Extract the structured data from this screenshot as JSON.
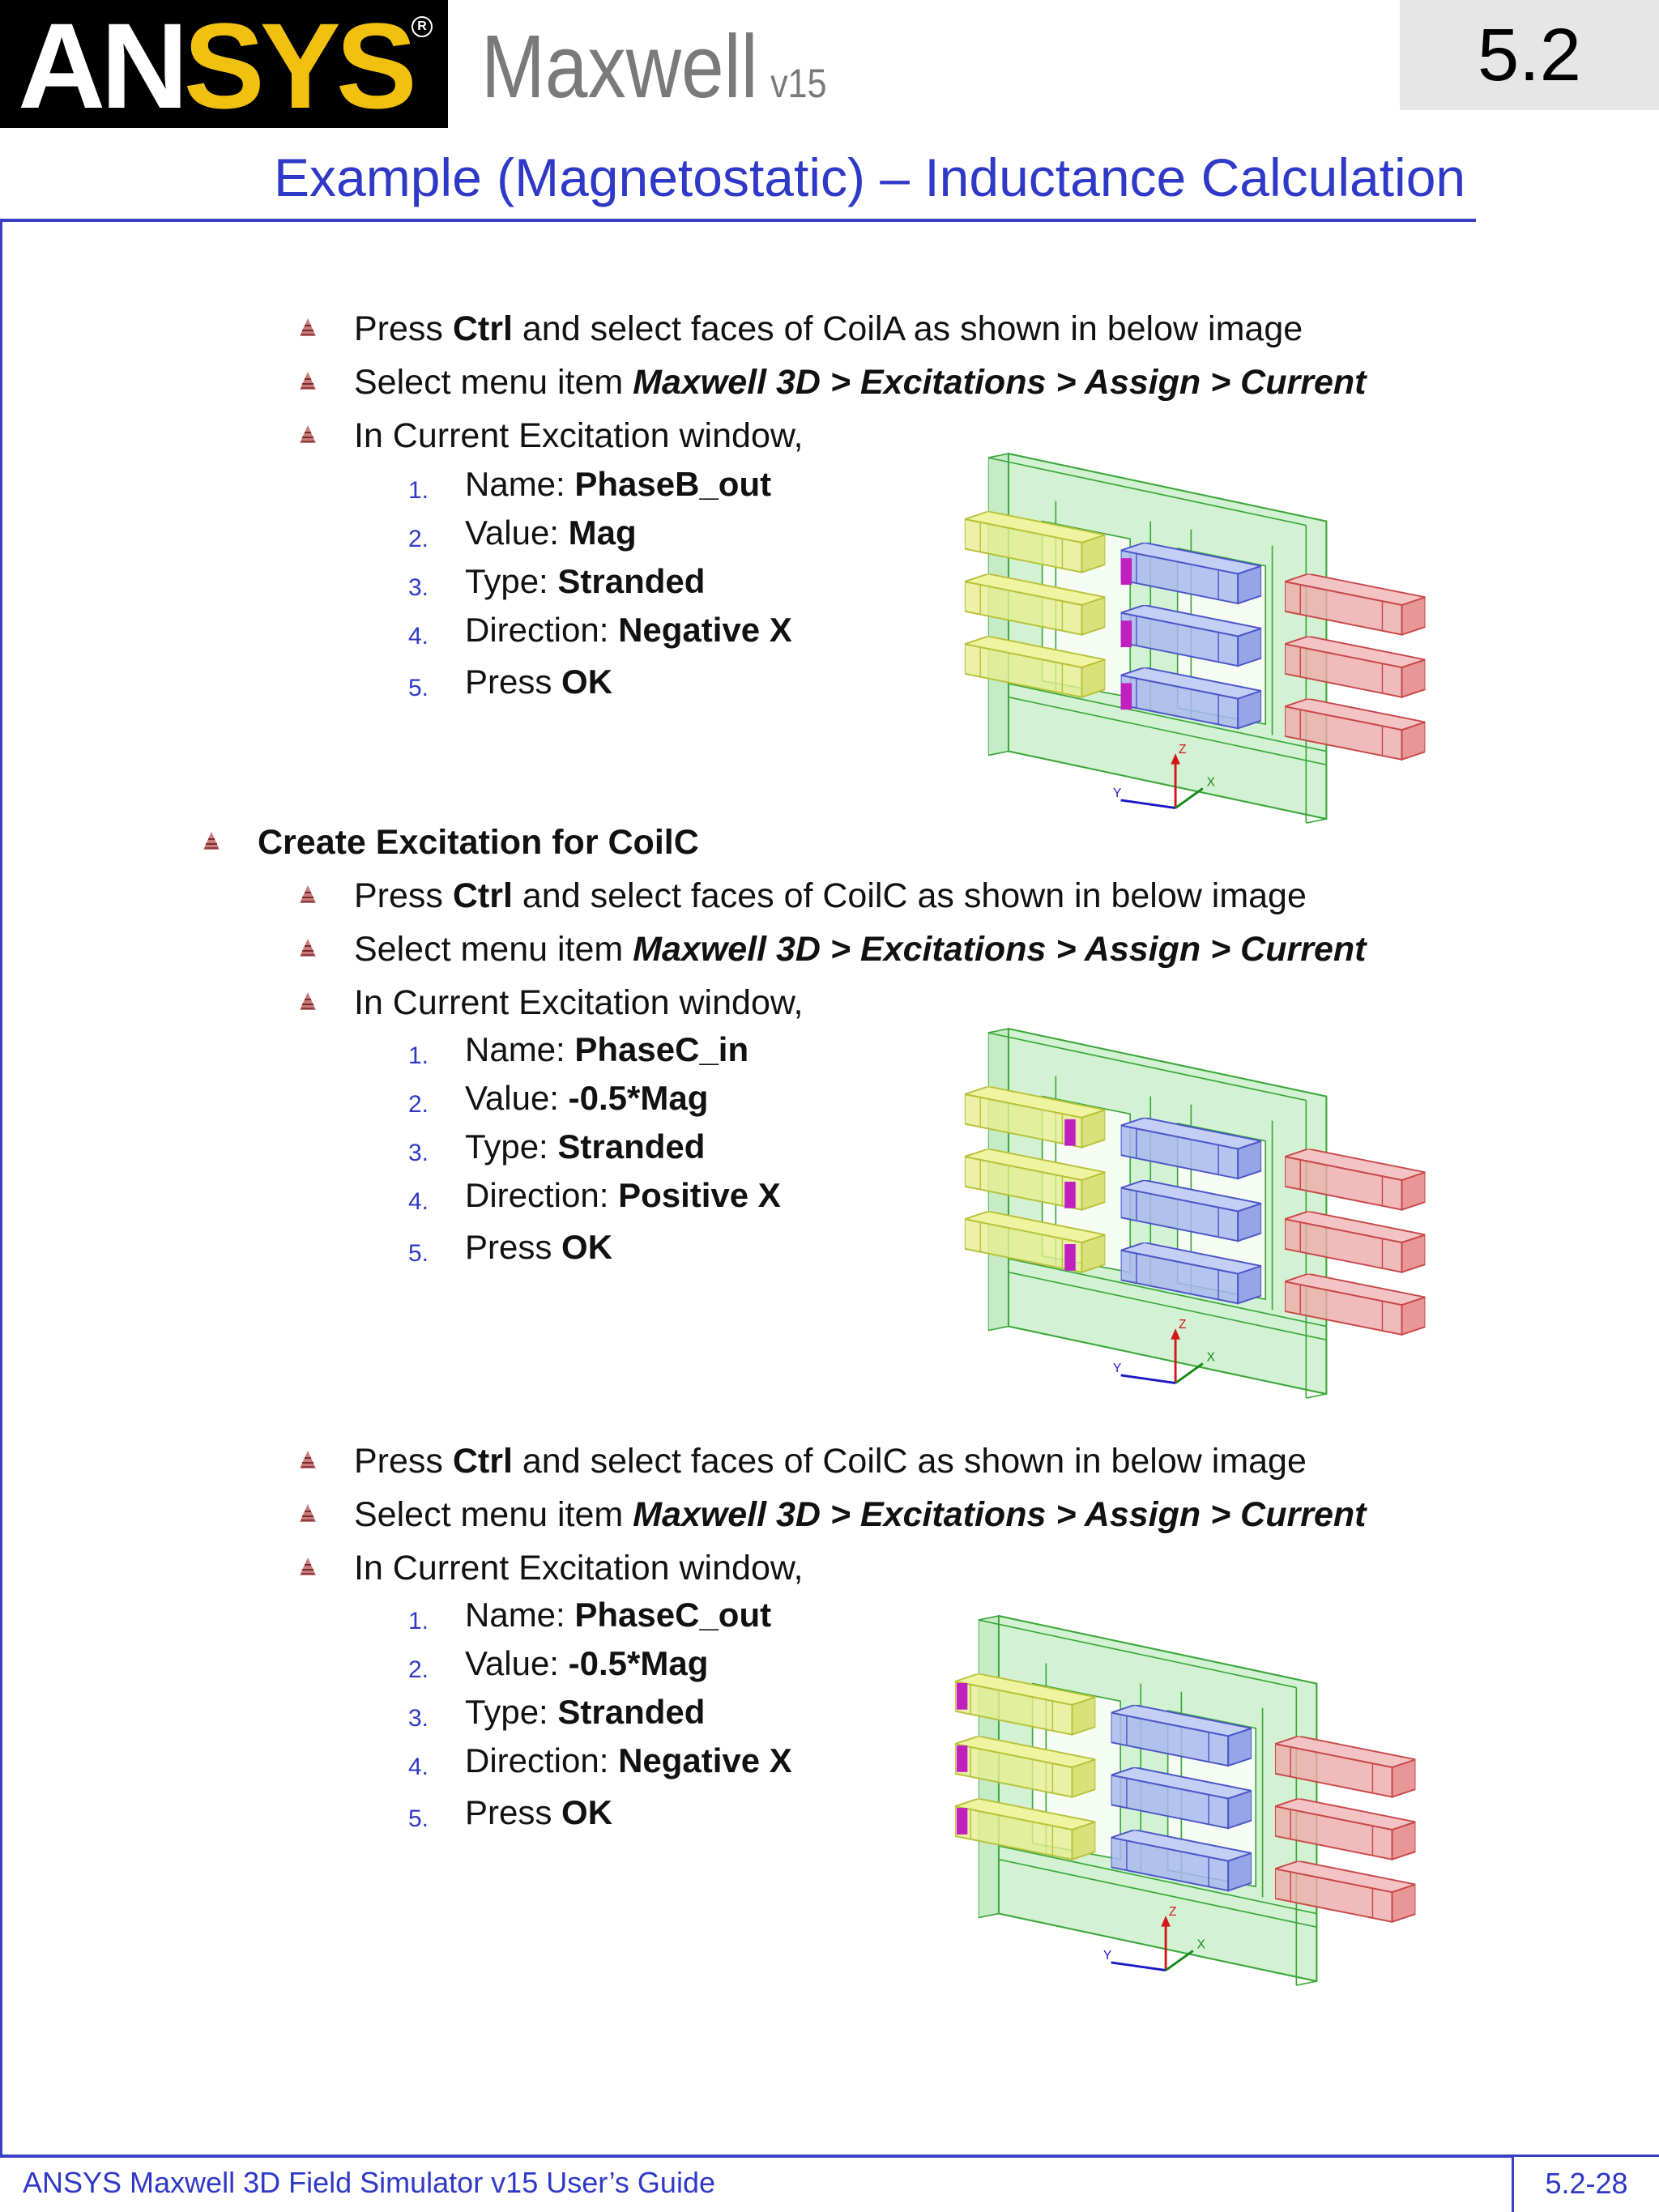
{
  "header": {
    "logo_left": "AN",
    "logo_right": "SYS",
    "logo_reg": "R",
    "product": "Maxwell",
    "version": "v15",
    "section": "5.2",
    "title": "Example (Magnetostatic) – Inductance Calculation"
  },
  "block1": {
    "b1": {
      "a": "Press ",
      "b": "Ctrl",
      "c": " and select faces of CoilA as shown in below image"
    },
    "b2": {
      "a": "Select menu item ",
      "b": "Maxwell 3D > Excitations > Assign > Current"
    },
    "b3": "In Current Excitation window,",
    "items": [
      {
        "n": "1.",
        "label": "Name: ",
        "value": "PhaseB_out"
      },
      {
        "n": "2.",
        "label": "Value: ",
        "value": "Mag"
      },
      {
        "n": "3.",
        "label": "Type: ",
        "value": "Stranded"
      },
      {
        "n": "4.",
        "label": "Direction: ",
        "value": "Negative X"
      },
      {
        "n": "5.",
        "label": "Press ",
        "value": "OK"
      }
    ]
  },
  "top_bullet": "Create Excitation for CoilC",
  "block2": {
    "b1": {
      "a": "Press ",
      "b": "Ctrl",
      "c": " and select faces of CoilC as shown in below image"
    },
    "b2": {
      "a": "Select menu item ",
      "b": "Maxwell 3D > Excitations > Assign > Current"
    },
    "b3": "In Current Excitation window,",
    "items": [
      {
        "n": "1.",
        "label": "Name: ",
        "value": "PhaseC_in"
      },
      {
        "n": "2.",
        "label": "Value: ",
        "value": "-0.5*Mag"
      },
      {
        "n": "3.",
        "label": "Type: ",
        "value": "Stranded"
      },
      {
        "n": "4.",
        "label": "Direction: ",
        "value": "Positive X"
      },
      {
        "n": "5.",
        "label": "Press ",
        "value": "OK"
      }
    ]
  },
  "block3": {
    "b1": {
      "a": "Press ",
      "b": "Ctrl",
      "c": " and select faces of CoilC as shown in below image"
    },
    "b2": {
      "a": "Select menu item ",
      "b": "Maxwell 3D > Excitations > Assign > Current"
    },
    "b3": "In Current Excitation window,",
    "items": [
      {
        "n": "1.",
        "label": "Name: ",
        "value": "PhaseC_out"
      },
      {
        "n": "2.",
        "label": "Value: ",
        "value": "-0.5*Mag"
      },
      {
        "n": "3.",
        "label": "Type: ",
        "value": "Stranded"
      },
      {
        "n": "4.",
        "label": "Direction: ",
        "value": "Negative X"
      },
      {
        "n": "5.",
        "label": "Press ",
        "value": "OK"
      }
    ]
  },
  "axis_labels": {
    "z": "Z",
    "y": "Y",
    "x": "X"
  },
  "colors": {
    "accent": "#2f39c7",
    "logo_yellow": "#f2c10f",
    "core_green": "#8ee08e",
    "coil_yellow": "#e6ee90",
    "coil_blue": "#a9b8ee",
    "coil_red": "#efaaaa",
    "selected_face": "#c020c0"
  },
  "footer": {
    "text": "ANSYS Maxwell 3D Field Simulator v15 User’s Guide",
    "page": "5.2-28"
  }
}
